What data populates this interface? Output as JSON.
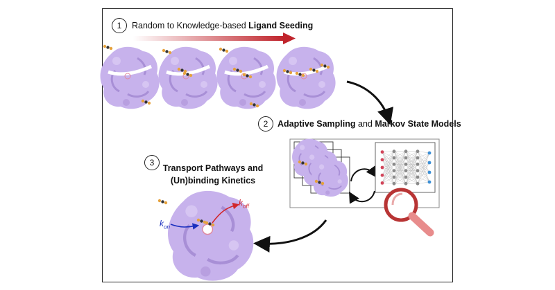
{
  "step1": {
    "number": "1",
    "label_plain": "Random to Knowledge-based ",
    "label_bold": "Ligand Seeding"
  },
  "step2": {
    "number": "2",
    "label_bold_1": "Adaptive Sampling",
    "label_plain": " and ",
    "label_bold_2": "Markov State Models"
  },
  "step3": {
    "number": "3",
    "line1": "Transport Pathways and",
    "line2": "(Un)binding Kinetics"
  },
  "kinetics": {
    "k_on": "k",
    "k_on_sub": "on",
    "k_off": "k",
    "k_off_sub": "off"
  },
  "colors": {
    "protein": "#c7b2ec",
    "protein_shadow": "#a88fd6",
    "gradient_start": "#ffffff",
    "gradient_end": "#c0242c",
    "kon_arrow": "#1a2fbf",
    "koff_arrow": "#d2262c",
    "magnifier": "#b83434",
    "ligand_orange": "#e6a23c",
    "ligand_dark": "#333333",
    "nn_red": "#d2455a",
    "nn_blue": "#3b8fd6",
    "nn_gray": "#8a8a8a"
  }
}
